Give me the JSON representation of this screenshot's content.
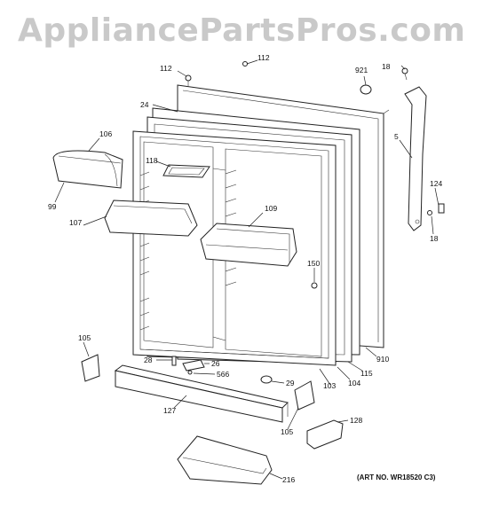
{
  "watermark": "AppliancePartsPros.com",
  "art_number": "(ART NO. WR18520 C3)",
  "callouts": {
    "c112a": "112",
    "c112b": "112",
    "c921": "921",
    "c18a": "18",
    "c24": "24",
    "c106": "106",
    "c5": "5",
    "c118": "118",
    "c99": "99",
    "c124": "124",
    "c109": "109",
    "c107": "107",
    "c18b": "18",
    "c150": "150",
    "c105a": "105",
    "c910": "910",
    "c28": "28",
    "c26": "26",
    "c115": "115",
    "c566": "566",
    "c104": "104",
    "c29": "29",
    "c103": "103",
    "c127": "127",
    "c128": "128",
    "c105b": "105",
    "c216": "216"
  }
}
